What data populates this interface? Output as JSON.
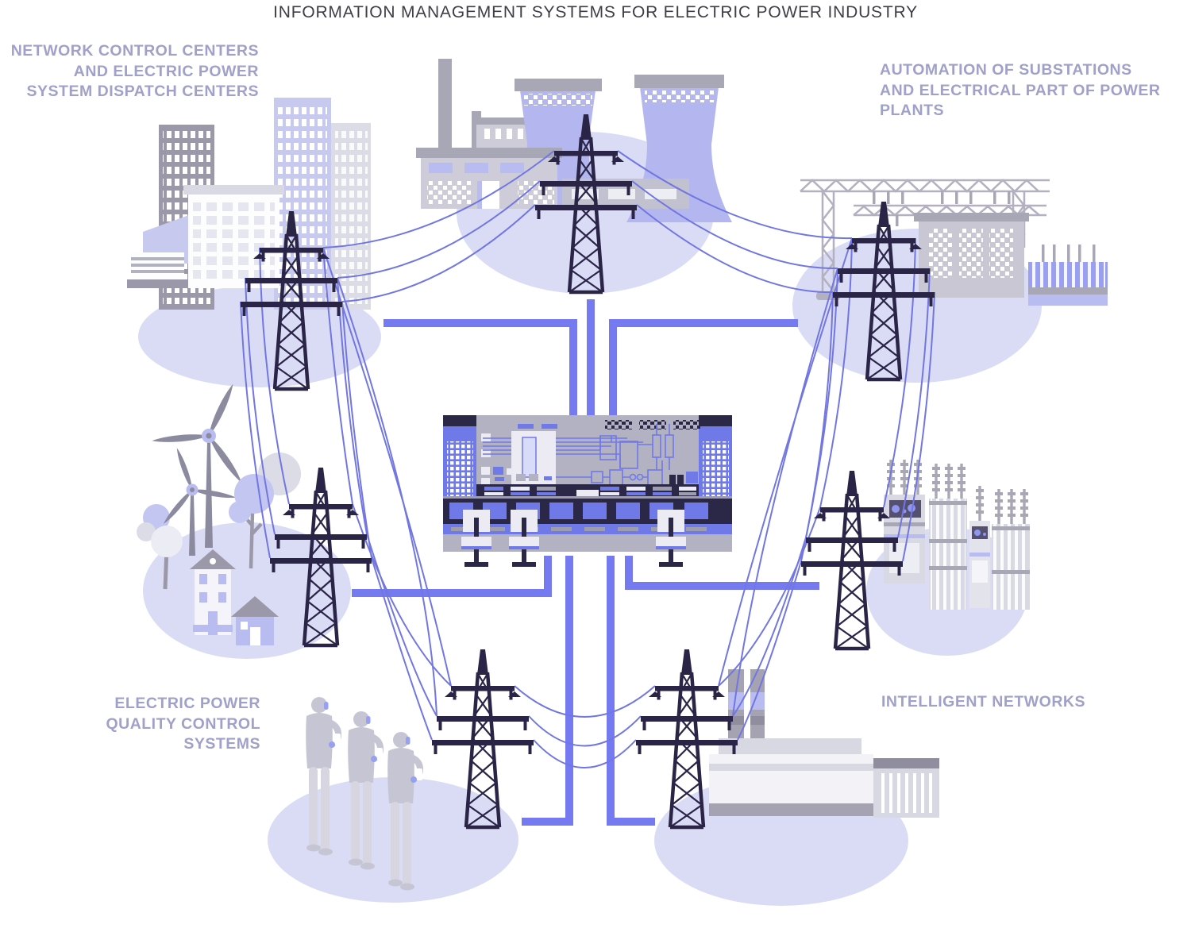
{
  "title": "INFORMATION MANAGEMENT SYSTEMS FOR ELECTRIC POWER INDUSTRY",
  "labels": {
    "top_left": {
      "lines": [
        "NETWORK CONTROL CENTERS",
        "AND ELECTRIC POWER",
        "SYSTEM DISPATCH CENTERS"
      ]
    },
    "top_right": {
      "lines": [
        "AUTOMATION OF SUBSTATIONS",
        "AND ELECTRICAL PART OF POWER",
        "PLANTS"
      ]
    },
    "bottom_left": {
      "lines": [
        "ELECTRIC POWER",
        "QUALITY CONTROL",
        "SYSTEMS"
      ]
    },
    "bottom_right": {
      "lines": [
        "INTELLIGENT NETWORKS"
      ]
    }
  },
  "colors": {
    "connector_accent": "#767af0",
    "power_line": "#7276e0",
    "region_blob": "#dadcf5",
    "tower_dark": "#2a2547",
    "panel_navy": "#2b2747",
    "panel_periwinkle": "#6f79e8",
    "label_text": "#a0a1ca",
    "title_text": "#3f3e45",
    "building_gray": "#9b99a9",
    "building_light": "#cdccd8",
    "cooling_tower": "#b4b7ef",
    "lavender_accent": "#b9bcf0"
  },
  "scenes": [
    {
      "name": "city-and-dispatch-centers"
    },
    {
      "name": "thermal-power-plant"
    },
    {
      "name": "substation"
    },
    {
      "name": "wind-turbines-and-houses"
    },
    {
      "name": "transformer-yard"
    },
    {
      "name": "people-with-smartphones"
    },
    {
      "name": "industrial-power-station"
    },
    {
      "name": "central-control-room"
    },
    {
      "name": "transmission-towers"
    }
  ]
}
